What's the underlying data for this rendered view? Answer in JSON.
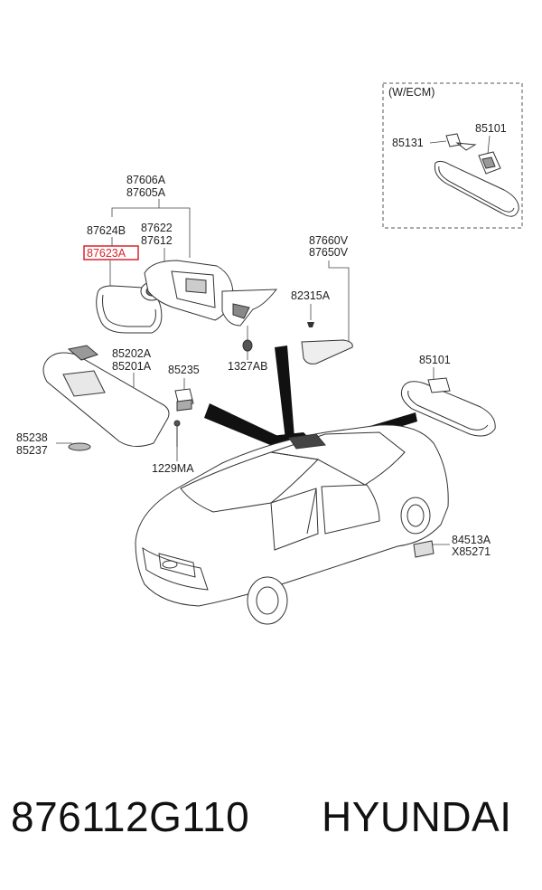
{
  "ecm_box": {
    "title": "(W/ECM)",
    "label_85101": "85101",
    "label_85131": "85131"
  },
  "mirror": {
    "label_87606A": "87606A",
    "label_87605A": "87605A",
    "label_87624B": "87624B",
    "label_87622": "87622",
    "label_87623A": "87623A",
    "label_87612": "87612",
    "label_1327AB": "1327AB"
  },
  "garnish": {
    "label_87660V": "87660V",
    "label_87650V": "87650V",
    "label_82315A": "82315A"
  },
  "sunvisor": {
    "label_85202A": "85202A",
    "label_85201A": "85201A",
    "label_85235": "85235",
    "label_85238": "85238",
    "label_85237": "85237",
    "label_1229MA": "1229MA"
  },
  "inside_mirror": {
    "label_85101": "85101"
  },
  "car": {
    "label_84513A": "84513A",
    "label_X85271": "X85271"
  },
  "highlight_color": "#d9232d",
  "footer": {
    "part_number": "876112G110",
    "brand": "HYUNDAI"
  }
}
